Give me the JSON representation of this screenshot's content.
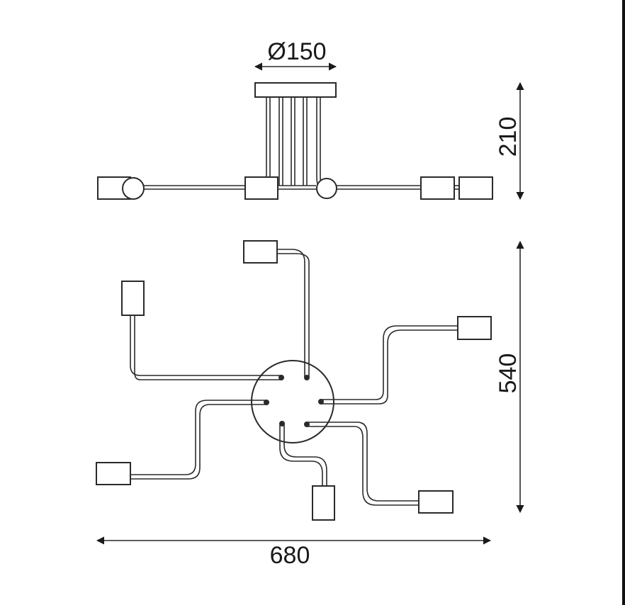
{
  "dimensions": {
    "canopy_diameter": "Ø150",
    "height": "210",
    "depth": "540",
    "width": "680"
  },
  "colors": {
    "line": "#2a2a2a",
    "background": "#ffffff"
  }
}
